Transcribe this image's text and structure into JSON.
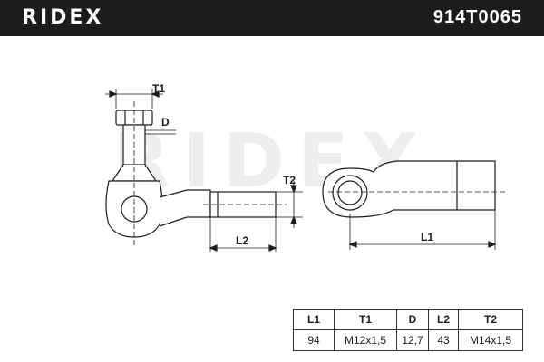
{
  "header": {
    "brand": "RIDEX",
    "part_number": "914T0065"
  },
  "watermark": "RIDEX",
  "dimension_labels": {
    "t1": "T1",
    "d": "D",
    "t2": "T2",
    "l2": "L2",
    "l1": "L1"
  },
  "specs": {
    "headers": [
      "L1",
      "T1",
      "D",
      "L2",
      "T2"
    ],
    "values": [
      "94",
      "M12x1,5",
      "12,7",
      "43",
      "M14x1,5"
    ]
  },
  "colors": {
    "header_bg": "#1c1c1c",
    "line": "#1c1c1c",
    "watermark": "#eeeeee"
  }
}
